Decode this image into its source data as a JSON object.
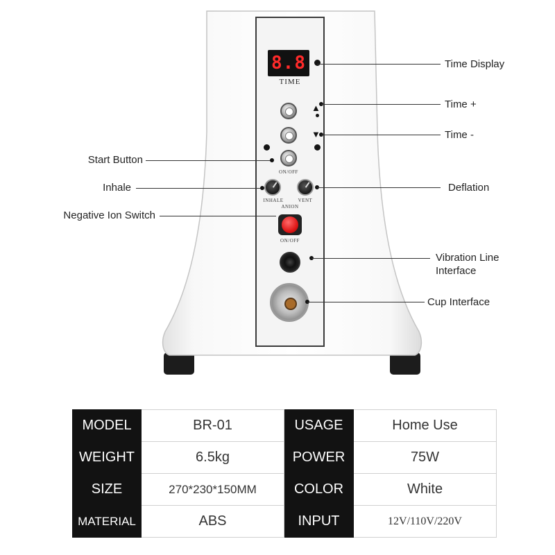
{
  "device": {
    "display_value": "8.8",
    "time_caption": "TIME",
    "on_off_caption": "ON/OFF",
    "inhale_caption": "INHALE",
    "vent_caption": "VENT",
    "anion_caption": "ANION",
    "switch_caption": "ON/OFF",
    "body_color": "#f7f7f7",
    "panel_color": "#f4f4f4",
    "display_digit_color": "#ff2a2a",
    "switch_color": "#e01818"
  },
  "labels": {
    "time_display": "Time Display",
    "time_plus": "Time +",
    "time_minus": "Time -",
    "start_button": "Start Button",
    "inhale": "Inhale",
    "deflation": "Deflation",
    "negative_ion_switch": "Negative Ion Switch",
    "vibration_line_1": "Vibration Line",
    "vibration_line_2": "Interface",
    "cup_interface": "Cup Interface"
  },
  "specs": {
    "header_bg": "#121212",
    "rows": [
      {
        "key1": "MODEL",
        "val1": "BR-01",
        "key2": "USAGE",
        "val2": "Home Use"
      },
      {
        "key1": "WEIGHT",
        "val1": "6.5kg",
        "key2": "POWER",
        "val2": "75W"
      },
      {
        "key1": "SIZE",
        "val1": "270*230*150MM",
        "key2": "COLOR",
        "val2": "White"
      },
      {
        "key1": "MATERIAL",
        "val1": "ABS",
        "key2": "INPUT",
        "val2": "12V/110V/220V"
      }
    ]
  }
}
